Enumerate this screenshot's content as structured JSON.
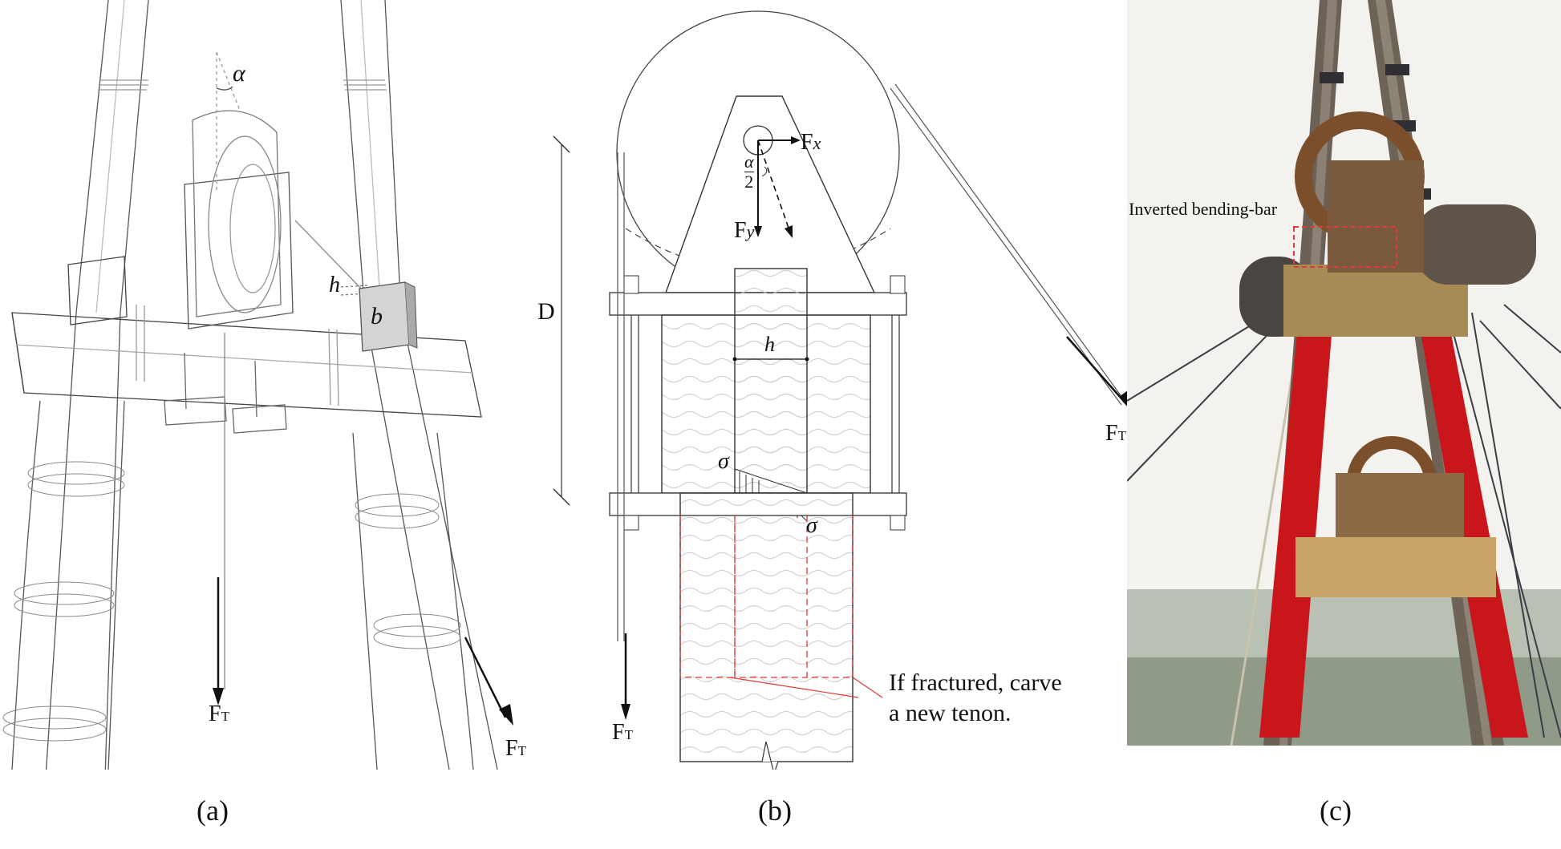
{
  "panel_a": {
    "caption": "(a)",
    "labels": {
      "alpha": "α",
      "h": "h",
      "b": "b",
      "force1": "F",
      "force1_sub": "T",
      "force2": "F",
      "force2_sub": "T"
    }
  },
  "panel_b": {
    "caption": "(b)",
    "labels": {
      "fx": "F",
      "fx_sub": "x",
      "fy": "F",
      "fy_sub": "y",
      "alpha_num": "α",
      "alpha_den": "2",
      "D": "D",
      "h": "h",
      "sigma_top": "σ",
      "sigma_bottom": "σ",
      "ft_left": "F",
      "ft_left_sub": "T",
      "ft_right": "F",
      "ft_right_sub": "T"
    },
    "note_line1": "If fractured, carve",
    "note_line2": "a new tenon."
  },
  "panel_c": {
    "caption": "(c)",
    "annotation": "Inverted bending-bar"
  },
  "colors": {
    "highlight_red": "#c8161b",
    "dash_red": "#e03a3a",
    "line": "#222222",
    "photo_sky": "#f4f2ef"
  }
}
